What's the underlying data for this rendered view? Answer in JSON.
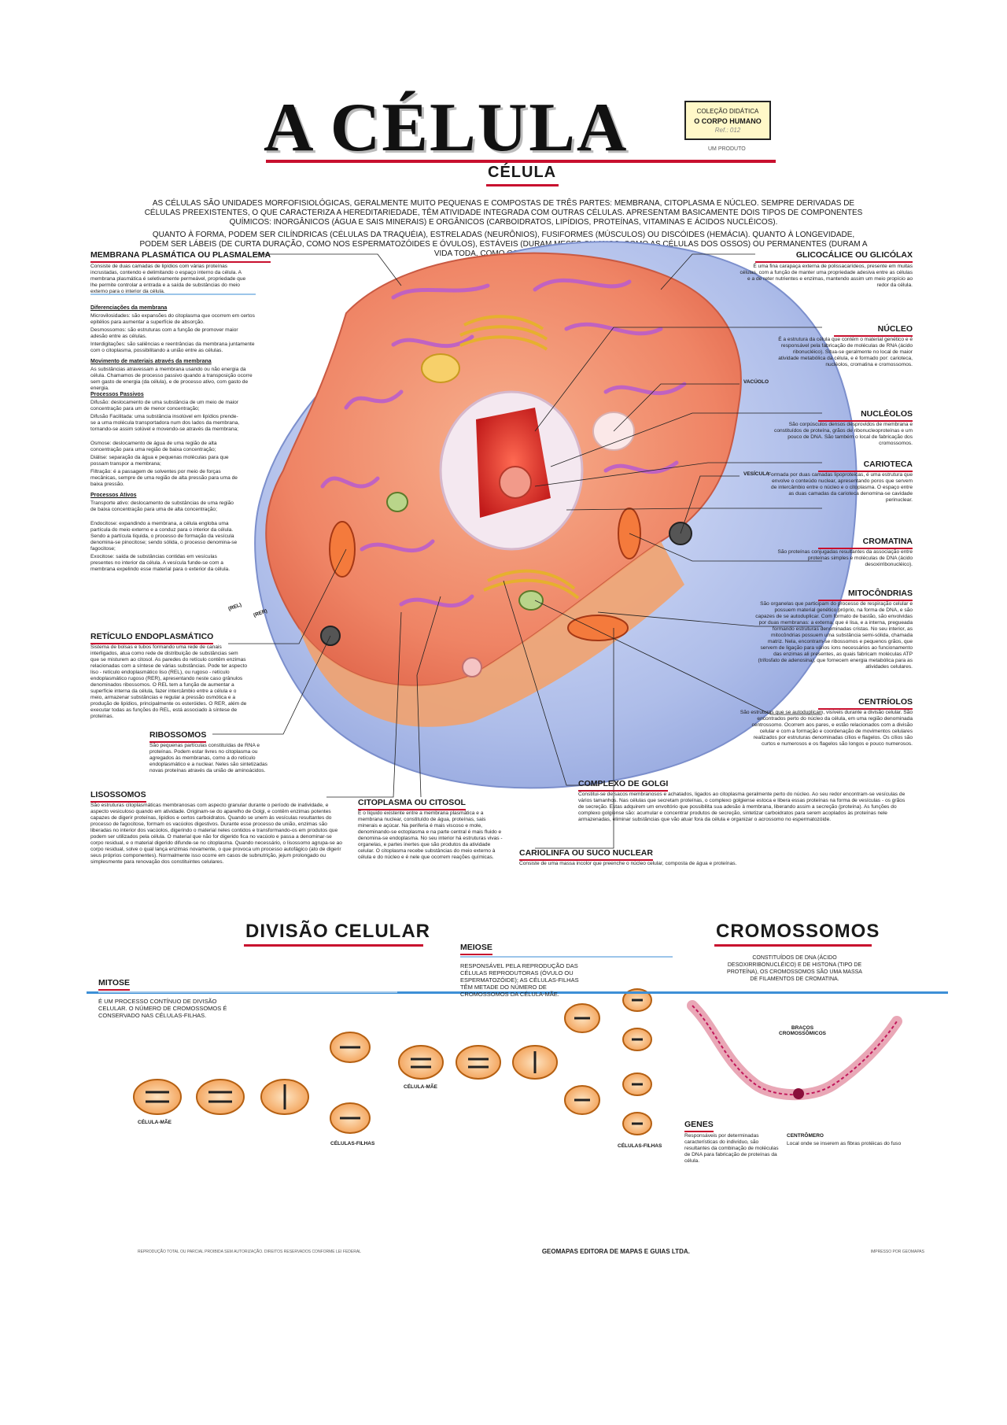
{
  "title": "A CÉLULA",
  "collection": {
    "line1": "COLEÇÃO DIDÁTICA",
    "line2": "O CORPO HUMANO",
    "ref": "Ref.: 012",
    "produto": "UM PRODUTO"
  },
  "celula_heading": "CÉLULA",
  "intro": {
    "p1": "AS CÉLULAS SÃO UNIDADES MORFOFISIOLÓGICAS, GERALMENTE MUITO PEQUENAS E COMPOSTAS DE TRÊS PARTES: MEMBRANA, CITOPLASMA E NÚCLEO. SEMPRE DERIVADAS DE CÉLULAS PREEXISTENTES, O QUE CARACTERIZA A HEREDITARIEDADE, TÊM ATIVIDADE INTEGRADA COM OUTRAS CÉLULAS. APRESENTAM BASICAMENTE DOIS TIPOS DE COMPONENTES QUÍMICOS: INORGÂNICOS (ÁGUA E SAIS MINERAIS) E ORGÂNICOS (CARBOIDRATOS, LIPÍDIOS, PROTEÍNAS, VITAMINAS E ÁCIDOS NUCLÉICOS).",
    "p2": "QUANTO À FORMA, PODEM SER CILÍNDRICAS (CÉLULAS DA TRAQUÉIA), ESTRELADAS (NEURÔNIOS), FUSIFORMES (MÚSCULOS) OU DISCÓIDES (HEMÁCIA). QUANTO À LONGEVIDADE, PODEM SER LÁBEIS (DE CURTA DURAÇÃO, COMO NOS ESPERMATOZÓIDES E ÓVULOS), ESTÁVEIS (DURAM MESES OU ANOS, COMO AS CÉLULAS DOS OSSOS) OU PERMANENTES (DURAM A VIDA TODA, COMO OS NEURÔNIOS)."
  },
  "labels": {
    "membrana": {
      "head": "MEMBRANA PLASMÁTICA OU PLASMALEMA",
      "text": "Consiste de duas camadas de lipídios com várias proteínas incrustadas, contendo e delimitando o espaço interno da célula. A membrana plasmática é seletivamente permeável, propriedade que lhe permite controlar a entrada e a saída de substâncias do meio externo para o interior da célula.",
      "sub1": "Diferenciações da membrana",
      "t1": "Microvilosidades: são expansões do citoplasma que ocorrem em certos epitélios para aumentar a superfície de absorção.",
      "t2": "Desmossomos: são estruturas com a função de promover maior adesão entre as células.",
      "t3": "Interdigitações: são saliências e reentrâncias da membrana juntamente com o citoplasma, possibilitando a união entre as células.",
      "sub2": "Movimento de materiais através da membrana",
      "t4": "As substâncias atravessam a membrana usando ou não energia da célula. Chamamos de processo passivo quando a transposição ocorre sem gasto de energia (da célula), e de processo ativo, com gasto de energia.",
      "sub3": "Processos Passivos",
      "t5": "Difusão: deslocamento de uma substância de um meio de maior concentração para um de menor concentração;",
      "t6": "Difusão Facilitada: uma substância insolúvel em lipídios prende-se a uma molécula transportadora num dos lados da membrana, tornando-se assim solúvel e movendo-se através da membrana;",
      "t7": "Osmose: deslocamento de água de uma região de alta concentração para uma região de baixa concentração;",
      "t8": "Diálise: separação da água e pequenas moléculas para que possam transpor a membrana;",
      "t9": "Filtração: é a passagem de solventes por meio de forças mecânicas, sempre de uma região de alta pressão para uma de baixa pressão.",
      "sub4": "Processos Ativos",
      "t10": "Transporte ativo: deslocamento de substâncias de uma região de baixa concentração para uma de alta concentração;",
      "t11": "Endocitose: expandindo a membrana, a célula engloba uma partícula do meio externo e a conduz para o interior da célula. Sendo a partícula líquida, o processo de formação da vesícula denomina-se pinocitose; sendo sólida, o processo denomina-se fagocitose;",
      "t12": "Exocitose: saída de substâncias contidas em vesículas presentes no interior da célula. A vesícula funde-se com a membrana expelindo esse material para o exterior da célula."
    },
    "reticulo": {
      "head": "RETÍCULO ENDOPLASMÁTICO",
      "text": "Sistema de bolsas e tubos formando uma rede de canais interligados, atua como rede de distribuição de substâncias sem que se misturem ao citosol. As paredes do retículo contêm enzimas relacionadas com a síntese de várias substâncias. Pode ter aspecto liso - retículo endoplasmático liso (REL), ou rugoso - retículo endoplasmático rugoso (RER), apresentando neste caso grânulos denominados ribossomos. O REL tem a função de aumentar a superfície interna da célula, fazer intercâmbio entre a célula e o meio, armazenar substâncias e regular a pressão osmótica e a produção de lipídios, principalmente os esteróides. O RER, além de executar todas as funções do REL, está associado à síntese de proteínas."
    },
    "ribossomos": {
      "head": "RIBOSSOMOS",
      "text": "São pequenas partículas constituídas de RNA e proteínas. Podem estar livres no citoplasma ou agregados às membranas, como a do retículo endoplasmático e a nuclear. Neles são sintetizadas novas proteínas através da união de aminoácidos."
    },
    "lisossomos": {
      "head": "LISOSSOMOS",
      "text": "São estruturas citoplasmáticas membranosas com aspecto granular durante o período de inatividade, e aspecto vesiculoso quando em atividade. Originam-se do aparelho de Golgi, e contêm enzimas potentes capazes de digerir proteínas, lipídios e certos carboidratos. Quando se unem às vesículas resultantes do processo de fagocitose, formam os vacúolos digestivos. Durante esse processo de união, enzimas são liberadas no interior dos vacúolos, digerindo o material neles contidos e transformando-os em produtos que podem ser utilizados pela célula. O material que não for digerido fica no vacúolo e passa a denominar-se corpo residual, e o material digerido difunde-se no citoplasma. Quando necessário, o lisossomo agrupa-se ao corpo residual, solve o qual lança enzimas novamente, o que provoca um processo autofágico (ato de digerir seus próprios componentes). Normalmente isso ocorre em casos de subnutrição, jejum prolongado ou simplesmente para renovação dos constituintes celulares."
    },
    "citoplasma": {
      "head": "CITOPLASMA OU CITOSOL",
      "text": "É o líquido existente entre a membrana plasmática e a membrana nuclear, constituído de água, proteínas, sais minerais e açúcar. Na periferia é mais viscoso e mole, denominando-se ectoplasma e na parte central é mais fluido e denomina-se endoplasma. No seu interior há estruturas vivas - organelas, e partes inertes que são produtos da atividade celular. O citoplasma recebe substâncias do meio externo à célula e do núcleo e é nele que ocorrem reações químicas."
    },
    "cariolinfa": {
      "head": "CARIOLINFA OU SUCO NUCLEAR",
      "text": "Consiste de uma massa incolor que preenche o núcleo celular, composta de água e proteínas."
    },
    "golgi": {
      "head": "COMPLEXO DE GOLGI",
      "text": "Constitui-se de sacos membranosos e achatados, ligados ao citoplasma geralmente perto do núcleo. Ao seu redor encontram-se vesículas de vários tamanhos. Nas células que secretam proteínas, o complexo golgiense estoca e libera essas proteínas na forma de vesículas - os grãos de secreção. Estas adquirem um envoltório que possibilita sua adesão à membrana, liberando assim a secreção (proteína). As funções do complexo golgiense são: acumular e concentrar produtos de secreção, sintetizar carboidratos para serem acoplados às proteínas nele armazenadas, eliminar substâncias que vão atuar fora da célula e organizar o acrossomo no espermatozóide."
    },
    "glicocalice": {
      "head": "GLICOCÁLICE OU GLICÓLAX",
      "text": "É uma fina carapaça externa de polissacarídeos, presente em muitas células, com a função de manter uma propriedade adesiva entre as células e a de reter nutrientes e enzimas, mantendo assim um meio propício ao redor da célula."
    },
    "nucleo": {
      "head": "NÚCLEO",
      "text": "É a estrutura da célula que contém o material genético e é responsável pela fabricação de moléculas de RNA (ácido ribonucléico). Situa-se geralmente no local de maior atividade metabólica da célula, e é formado por: carioteca, nucléolos, cromatina e cromossomos."
    },
    "nucleolos": {
      "head": "NUCLÉOLOS",
      "text": "São corpúsculos densos desprovidos de membrana e constituídos de proteína, grãos de ribonucleoproteínas e um pouco de DNA. São também o local de fabricação dos cromossomos."
    },
    "carioteca": {
      "head": "CARIOTECA",
      "text": "Formada por duas camadas lipoproteicas, é uma estrutura que envolve o conteúdo nuclear, apresentando poros que servem de intercâmbio entre o núcleo e o citoplasma. O espaço entre as duas camadas da carioteca denomina-se cavidade perinuclear."
    },
    "cromatina": {
      "head": "CROMATINA",
      "text": "São proteínas conjugadas resultantes da associação entre proteínas simples e moléculas de DNA (ácido desoxirribonucléico)."
    },
    "mitocondrias": {
      "head": "MITOCÔNDRIAS",
      "text": "São organelas que participam do processo de respiração celular e possuem material genético próprio, na forma de DNA, e são capazes de se autoduplicar. Com formato de bastão, são envolvidas por duas membranas: a externa, que é lisa, e a interna, pregueada formando estruturas denominadas cristas. No seu interior, as mitocôndrias possuem uma substância semi-sólida, chamada matriz. Nela, encontram-se ribossomos e pequenos grãos, que servem de ligação para vários íons necessários ao funcionamento das enzimas ali presentes, as quais fabricam moléculas ATP (trifosfato de adenosina), que fornecem energia metabólica para as atividades celulares."
    },
    "centriolos": {
      "head": "CENTRÍOLOS",
      "text": "São estruturas que se autoduplicam, visíveis durante a divisão celular. São encontrados perto do núcleo da célula, em uma região denominada centrossomo. Ocorrem aos pares, e estão relacionados com a divisão celular e com a formação e coordenação de movimentos celulares realizados por estruturas denominadas cílios e flagelos. Os cílios são curtos e numerosos e os flagelos são longos e pouco numerosos."
    },
    "vacuolo": "VACÚOLO",
    "vesicula": "VESÍCULA",
    "rel": "(REL)",
    "rer": "(RER)"
  },
  "divisao": {
    "heading": "DIVISÃO CELULAR",
    "mitose_head": "MITOSE",
    "mitose_text": "É UM PROCESSO CONTÍNUO DE DIVISÃO CELULAR. O NÚMERO DE CROMOSSOMOS É CONSERVADO NAS CÉLULAS-FILHAS.",
    "mitose_mae": "CÉLULA-MÃE",
    "mitose_filhas": "CÉLULAS-FILHAS",
    "meiose_head": "MEIOSE",
    "meiose_text": "RESPONSÁVEL PELA REPRODUÇÃO DAS CÉLULAS REPRODUTORAS (ÓVULO OU ESPERMATOZÓIDE); AS CÉLULAS-FILHAS TÊM METADE DO NÚMERO DE CROMOSSOMOS DA CÉLULA-MÃE.",
    "meiose_mae": "CÉLULA-MÃE",
    "meiose_filhas": "CÉLULAS-FILHAS"
  },
  "cromossomos": {
    "heading": "CROMOSSOMOS",
    "text": "CONSTITUÍDOS DE DNA (ÁCIDO DESOXIRRIBONUCLÉICO) E DE HISTONA (TIPO DE PROTEÍNA), OS CROMOSSOMOS SÃO UMA MASSA DE FILAMENTOS DE CROMATINA.",
    "bracos": "BRAÇOS CROMOSSÔMICOS",
    "genes_head": "GENES",
    "genes_text": "Responsáveis por determinadas características do indivíduo, são resultantes da combinação de moléculas de DNA para fabricação de proteínas da célula.",
    "centromero": "CENTRÔMERO",
    "centromero_text": "Local onde se inserem as fibras protéicas do fuso"
  },
  "footer": {
    "left": "REPRODUÇÃO TOTAL OU PARCIAL PROIBIDA SEM AUTORIZAÇÃO. DIREITOS RESERVADOS CONFORME LEI FEDERAL",
    "publisher": "GEOMAPAS EDITORA DE MAPAS E GUIAS LTDA.",
    "right": "IMPRESSO POR GEOMAPAS"
  },
  "colors": {
    "accent": "#c8102e",
    "blue_rule": "#3d8fd6",
    "cytoplasm": "#f08a6a",
    "membrane": "#b9c6ee",
    "nucleus": "#e0342c"
  }
}
